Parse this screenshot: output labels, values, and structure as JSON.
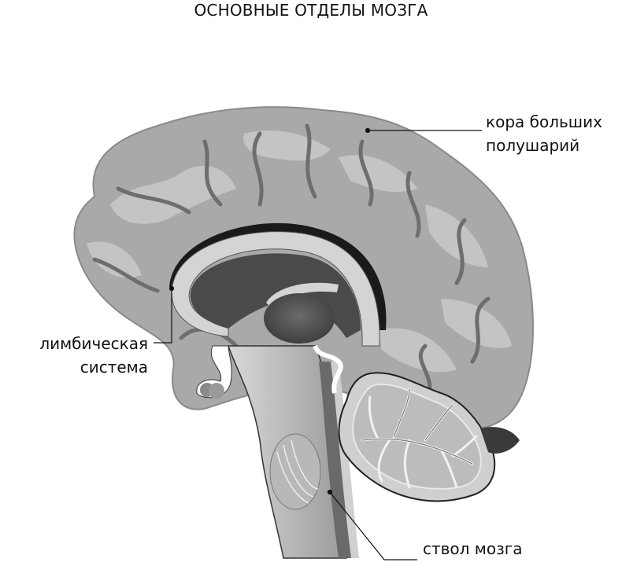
{
  "title": "ОСНОВНЫЕ ОТДЕЛЫ МОЗГА",
  "labels": {
    "cortex": {
      "line1": "кора больших",
      "line2": "полушарий"
    },
    "limbic": {
      "line1": "лимбическая",
      "line2": "система"
    },
    "brainstem": {
      "line1": "ствол мозга"
    }
  },
  "colors": {
    "cortex_fill": "#a9a9a9",
    "gyri_light": "#c4c4c4",
    "sulci_dark": "#6e6e6e",
    "limbic_ring": "#d4d4d4",
    "ventricle": "#4a4a4a",
    "stem": "#bdbdbd",
    "cerebellum": "#cfcfcf",
    "leader_line": "#111111"
  }
}
